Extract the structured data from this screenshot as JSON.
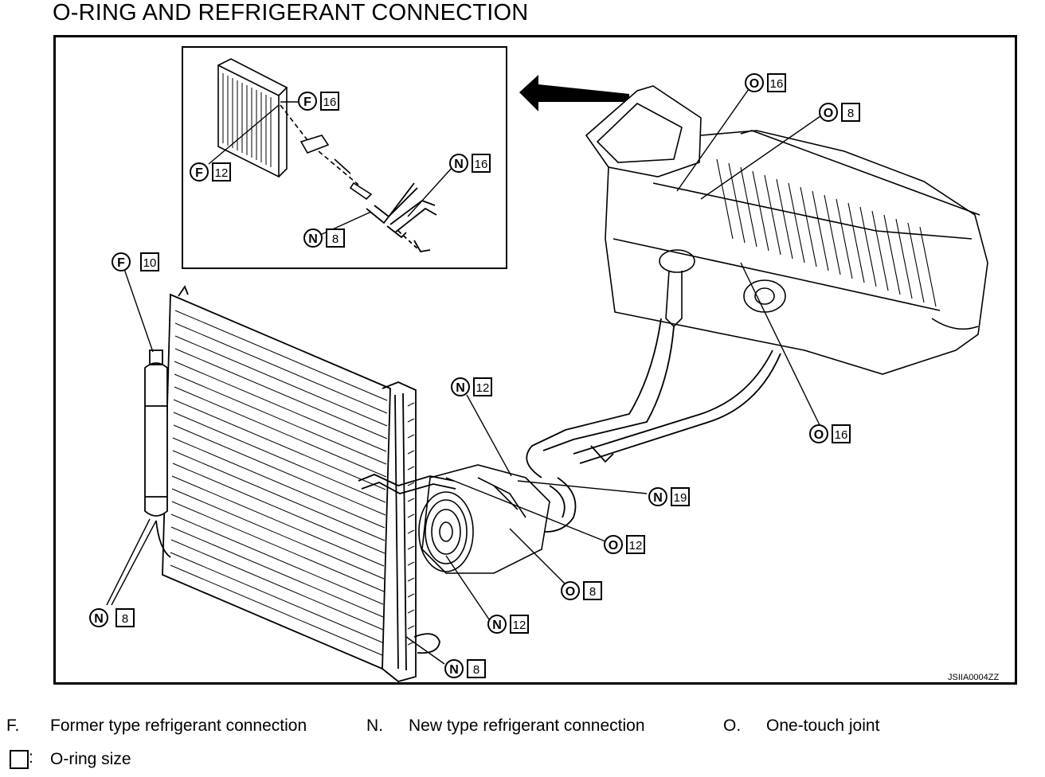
{
  "title": "O-RING AND REFRIGERANT CONNECTION",
  "figure_code": "JSIIA0004ZZ",
  "callouts": [
    {
      "id": "inset-f16",
      "letter": "F",
      "size": "16"
    },
    {
      "id": "inset-f12",
      "letter": "F",
      "size": "12"
    },
    {
      "id": "inset-n16",
      "letter": "N",
      "size": "16"
    },
    {
      "id": "inset-n8",
      "letter": "N",
      "size": "8"
    },
    {
      "id": "f10",
      "letter": "F",
      "size": "10"
    },
    {
      "id": "o16-top",
      "letter": "O",
      "size": "16"
    },
    {
      "id": "o8-top",
      "letter": "O",
      "size": "8"
    },
    {
      "id": "o16-right",
      "letter": "O",
      "size": "16"
    },
    {
      "id": "n12-top",
      "letter": "N",
      "size": "12"
    },
    {
      "id": "n19",
      "letter": "N",
      "size": "19"
    },
    {
      "id": "o12",
      "letter": "O",
      "size": "12"
    },
    {
      "id": "o8-bottom",
      "letter": "O",
      "size": "8"
    },
    {
      "id": "n12-bottom",
      "letter": "N",
      "size": "12"
    },
    {
      "id": "n8-bottom",
      "letter": "N",
      "size": "8"
    },
    {
      "id": "n8-left",
      "letter": "N",
      "size": "8"
    }
  ],
  "legend": {
    "f_key": "F.",
    "f_text": "Former type refrigerant connection",
    "n_key": "N.",
    "n_text": "New  type refrigerant connection",
    "o_key": "O.",
    "o_text": "One-touch joint",
    "box_colon": ":",
    "box_text": "O-ring size"
  }
}
